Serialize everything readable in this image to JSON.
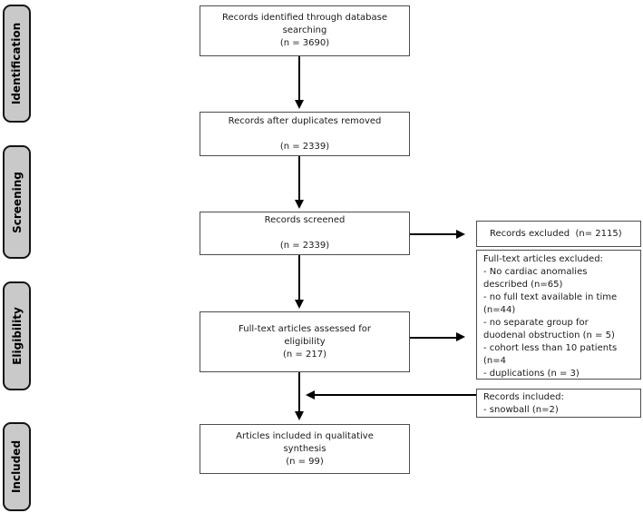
{
  "diagram": {
    "type": "prisma-flow-diagram",
    "stages": [
      "Identification",
      "Screening",
      "Eligibility",
      "Included"
    ],
    "boxes": {
      "identified": {
        "lines": [
          "Records identified through database",
          "searching",
          "(n = 3690)"
        ]
      },
      "deduplicated": {
        "lines": [
          "Records after duplicates removed",
          "",
          "(n = 2339)"
        ]
      },
      "screened": {
        "lines": [
          "Records screened",
          "",
          "(n = 2339)"
        ]
      },
      "fulltext_assessed": {
        "lines": [
          "Full-text articles assessed for",
          "eligibility",
          "(n = 217)"
        ]
      },
      "qualitative_synthesis": {
        "lines": [
          "Articles included in qualitative",
          "synthesis",
          "(n = 99)"
        ]
      },
      "records_excluded": {
        "lines": [
          "Records excluded  (n= 2115)"
        ]
      },
      "fulltext_excluded": {
        "lines": [
          "Full-text articles excluded:",
          "- No cardiac anomalies",
          "described (n=65)",
          "- no full text available in time",
          "(n=44)",
          "- no separate group for",
          "duodenal obstruction (n = 5)",
          "- cohort less than 10 patients",
          "(n=4",
          "- duplications (n = 3)"
        ]
      },
      "records_included_snowball": {
        "lines": [
          "Records included:",
          "- snowball (n=2)"
        ]
      }
    },
    "colors": {
      "background": "#ffffff",
      "stage_fill": "#c9c9c9",
      "stage_border": "#141414",
      "box_border": "#4d4d4d",
      "arrow": "#000000",
      "text": "#1a1a1a"
    }
  }
}
